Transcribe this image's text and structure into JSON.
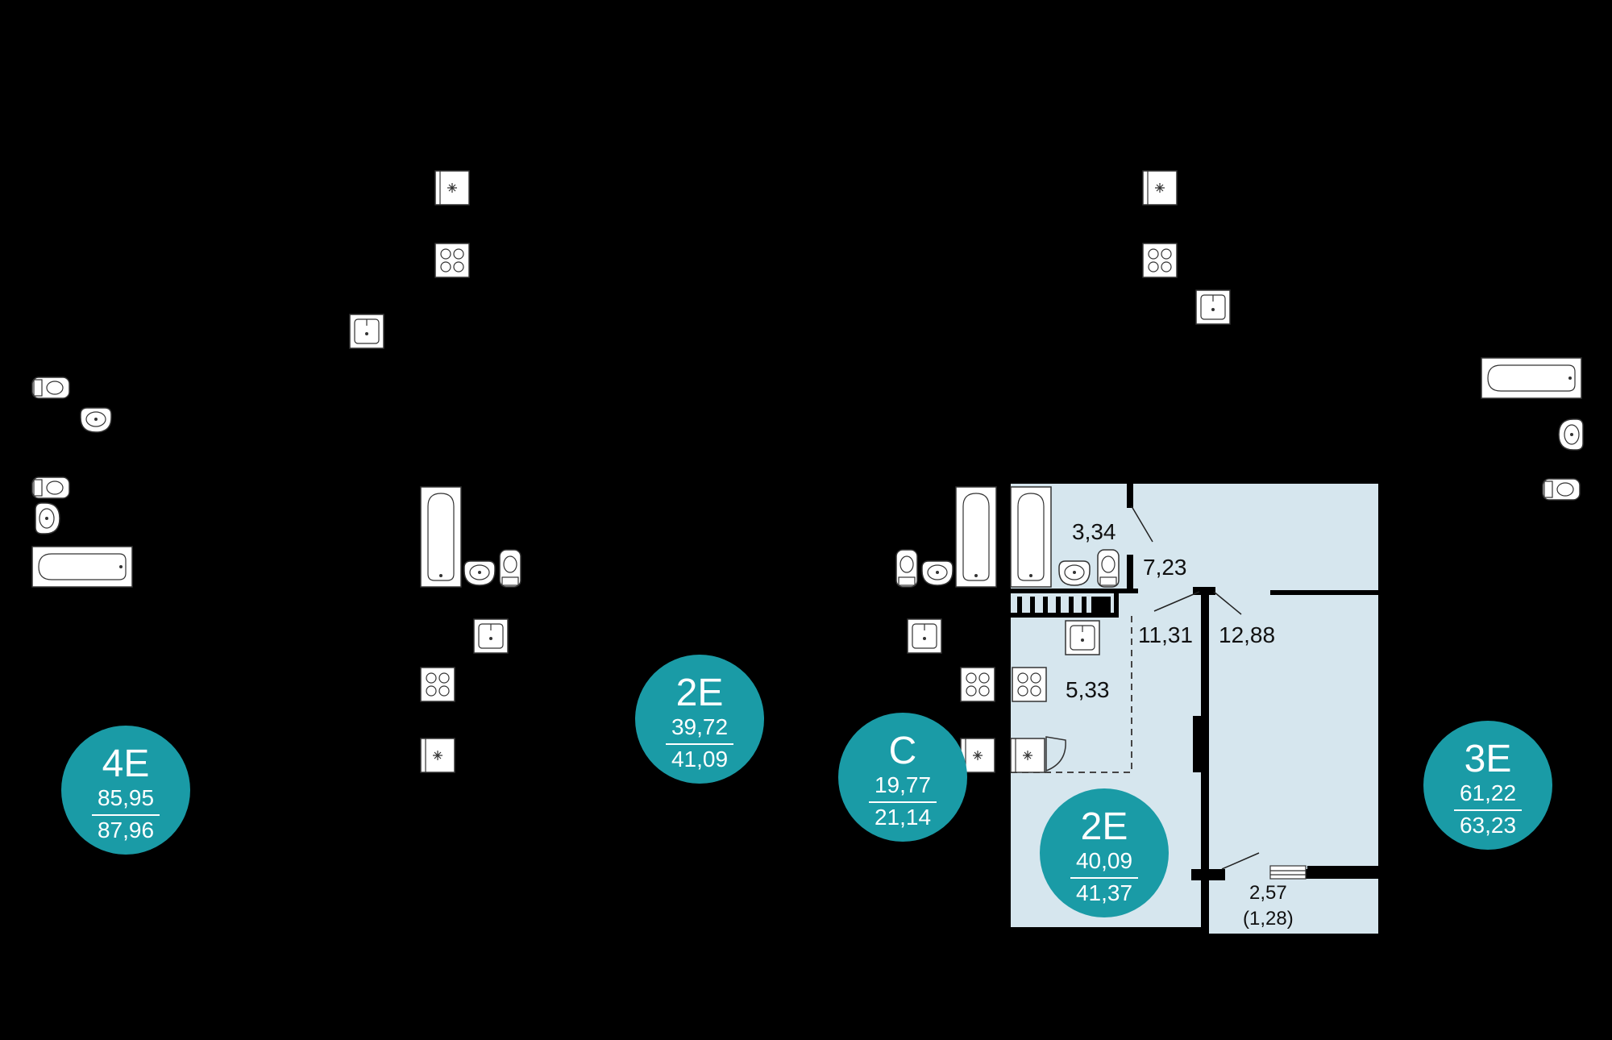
{
  "plan": {
    "background": "#000000",
    "highlight_fill": "#d6e6ee",
    "wall_color": "#000000",
    "badge_color": "#1a9ba6"
  },
  "apartments": [
    {
      "id": "4e",
      "code": "4E",
      "living": "85,95",
      "total": "87,96"
    },
    {
      "id": "2e-left",
      "code": "2E",
      "living": "39,72",
      "total": "41,09"
    },
    {
      "id": "c",
      "code": "C",
      "living": "19,77",
      "total": "21,14"
    },
    {
      "id": "2e-selected",
      "code": "2E",
      "living": "40,09",
      "total": "41,37"
    },
    {
      "id": "3e",
      "code": "3E",
      "living": "61,22",
      "total": "63,23"
    }
  ],
  "rooms": [
    {
      "id": "bathroom",
      "area": "3,34"
    },
    {
      "id": "hall",
      "area": "7,23"
    },
    {
      "id": "kitchen",
      "area": "5,33"
    },
    {
      "id": "room-1",
      "area": "11,31"
    },
    {
      "id": "room-2",
      "area": "12,88"
    },
    {
      "id": "balcony",
      "area": "2,57"
    },
    {
      "id": "balcony-reduced",
      "area": "(1,28)"
    }
  ],
  "fixture_icons": [
    "bathtub-icon",
    "toilet-icon",
    "washbasin-icon",
    "sink-icon",
    "stove-icon",
    "fridge-icon"
  ]
}
